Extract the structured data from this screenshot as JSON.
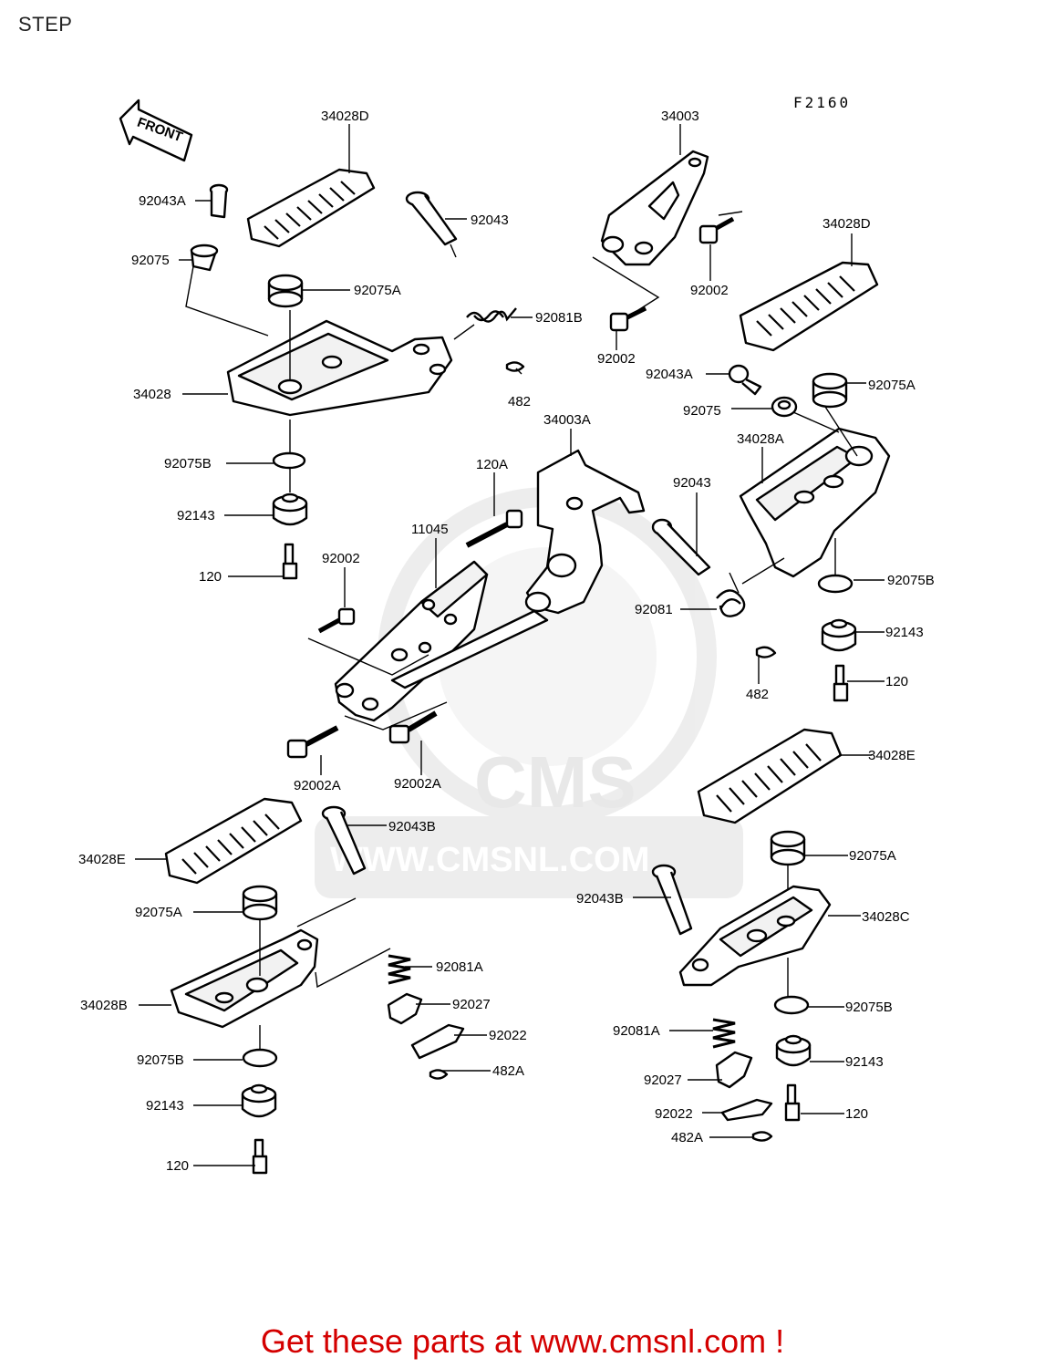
{
  "header": {
    "title": "STEP"
  },
  "diagram": {
    "code": "F2160",
    "front_label": "FRONT",
    "watermark": {
      "logo": "CMS",
      "url": "WWW.CMSNL.COM"
    },
    "labels": {
      "l_34028D_a": "34028D",
      "l_34003": "34003",
      "l_92043A_a": "92043A",
      "l_92043_a": "92043",
      "l_92075_a": "92075",
      "l_92075A_a": "92075A",
      "l_92081B": "92081B",
      "l_34028": "34028",
      "l_482_a": "482",
      "l_92002_a": "92002",
      "l_92002_b": "92002",
      "l_34028D_b": "34028D",
      "l_92043A_b": "92043A",
      "l_92075A_b": "92075A",
      "l_92075_b": "92075",
      "l_34003A": "34003A",
      "l_34028A": "34028A",
      "l_92075B_a": "92075B",
      "l_120A": "120A",
      "l_92043_b": "92043",
      "l_92143_a": "92143",
      "l_11045": "11045",
      "l_120_a": "120",
      "l_92002_c": "92002",
      "l_92075B_b": "92075B",
      "l_92081": "92081",
      "l_92143_b": "92143",
      "l_120_b": "120",
      "l_482_b": "482",
      "l_92002A_a": "92002A",
      "l_92002A_b": "92002A",
      "l_34028E_a": "34028E",
      "l_92043B_a": "92043B",
      "l_34028E_b": "34028E",
      "l_92075A_c": "92075A",
      "l_92075A_d": "92075A",
      "l_92043B_b": "92043B",
      "l_34028C": "34028C",
      "l_92081A_a": "92081A",
      "l_92027_a": "92027",
      "l_34028B": "34028B",
      "l_92022_a": "92022",
      "l_92075B_c": "92075B",
      "l_482A_a": "482A",
      "l_92075B_d": "92075B",
      "l_92081A_b": "92081A",
      "l_92143_c": "92143",
      "l_92143_d": "92143",
      "l_92027_b": "92027",
      "l_120_c": "120",
      "l_92022_b": "92022",
      "l_120_d": "120",
      "l_482A_b": "482A"
    }
  },
  "footer": {
    "text": "Get these parts at www.cmsnl.com !"
  },
  "colors": {
    "footer_text": "#d40000",
    "background": "#ffffff",
    "line": "#000000",
    "watermark": "#e6e6e6"
  }
}
